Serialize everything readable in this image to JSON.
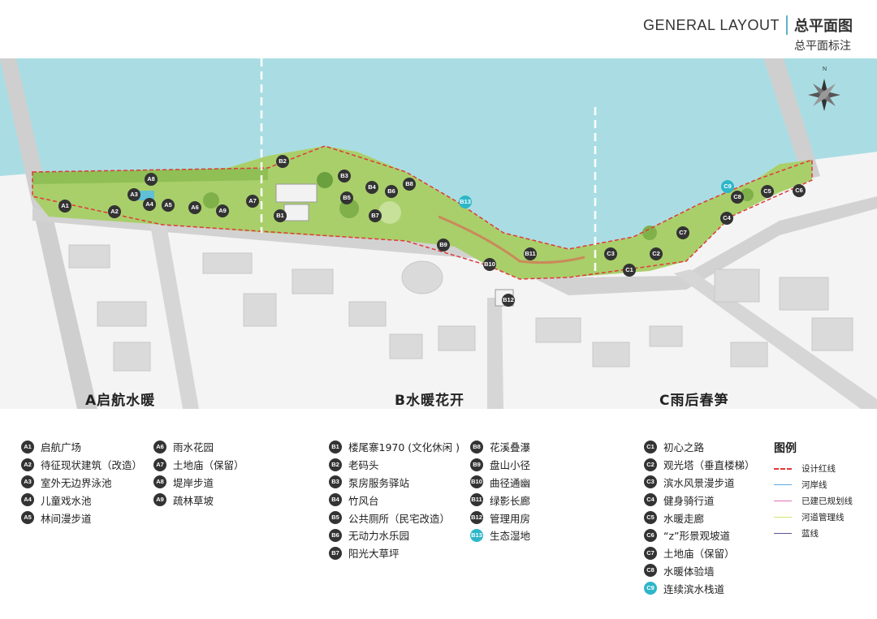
{
  "header": {
    "title_en": "GENERAL LAYOUT",
    "title_cn": "总平面图",
    "subtitle": "总平面标注"
  },
  "map": {
    "north": "N",
    "zones": [
      "A启航水暖",
      "B水暖花开",
      "C雨后春笋"
    ],
    "markers": [
      {
        "code": "A1",
        "color": "dark"
      },
      {
        "code": "A2",
        "color": "dark"
      },
      {
        "code": "A3",
        "color": "dark"
      },
      {
        "code": "A4",
        "color": "dark"
      },
      {
        "code": "A5",
        "color": "dark"
      },
      {
        "code": "A6",
        "color": "dark"
      },
      {
        "code": "A7",
        "color": "dark"
      },
      {
        "code": "A8",
        "color": "dark"
      },
      {
        "code": "A9",
        "color": "dark"
      },
      {
        "code": "B1",
        "color": "dark"
      },
      {
        "code": "B2",
        "color": "dark"
      },
      {
        "code": "B3",
        "color": "dark"
      },
      {
        "code": "B4",
        "color": "dark"
      },
      {
        "code": "B5",
        "color": "dark"
      },
      {
        "code": "B6",
        "color": "dark"
      },
      {
        "code": "B7",
        "color": "dark"
      },
      {
        "code": "B8",
        "color": "dark"
      },
      {
        "code": "B9",
        "color": "dark"
      },
      {
        "code": "B10",
        "color": "dark"
      },
      {
        "code": "B11",
        "color": "dark"
      },
      {
        "code": "B12",
        "color": "dark"
      },
      {
        "code": "B13",
        "color": "cyan"
      },
      {
        "code": "C1",
        "color": "dark"
      },
      {
        "code": "C2",
        "color": "dark"
      },
      {
        "code": "C3",
        "color": "dark"
      },
      {
        "code": "C4",
        "color": "dark"
      },
      {
        "code": "C5",
        "color": "dark"
      },
      {
        "code": "C6",
        "color": "dark"
      },
      {
        "code": "C7",
        "color": "dark"
      },
      {
        "code": "C8",
        "color": "dark"
      },
      {
        "code": "C9",
        "color": "cyan"
      }
    ]
  },
  "legend_a": [
    {
      "code": "A1",
      "label": "启航广场"
    },
    {
      "code": "A2",
      "label": "待征现状建筑（改造）"
    },
    {
      "code": "A3",
      "label": "室外无边界泳池"
    },
    {
      "code": "A4",
      "label": "儿童戏水池"
    },
    {
      "code": "A5",
      "label": "林间漫步道"
    }
  ],
  "legend_a2": [
    {
      "code": "A6",
      "label": "雨水花园"
    },
    {
      "code": "A7",
      "label": "土地庙（保留）"
    },
    {
      "code": "A8",
      "label": "堤岸步道"
    },
    {
      "code": "A9",
      "label": "疏林草坡"
    }
  ],
  "legend_b": [
    {
      "code": "B1",
      "label": "楼尾寨1970 (文化休闲 )"
    },
    {
      "code": "B2",
      "label": "老码头"
    },
    {
      "code": "B3",
      "label": "泵房服务驿站"
    },
    {
      "code": "B4",
      "label": "竹风台"
    },
    {
      "code": "B5",
      "label": "公共厕所（民宅改造）"
    },
    {
      "code": "B6",
      "label": "无动力水乐园"
    },
    {
      "code": "B7",
      "label": "阳光大草坪"
    }
  ],
  "legend_b2": [
    {
      "code": "B8",
      "label": "花溪叠瀑"
    },
    {
      "code": "B9",
      "label": "盘山小径"
    },
    {
      "code": "B10",
      "label": "曲径通幽"
    },
    {
      "code": "B11",
      "label": "绿影长廊"
    },
    {
      "code": "B12",
      "label": "管理用房"
    },
    {
      "code": "B13",
      "label": "生态湿地",
      "color": "cyan"
    }
  ],
  "legend_c": [
    {
      "code": "C1",
      "label": "初心之路"
    },
    {
      "code": "C2",
      "label": "观光塔（垂直楼梯）"
    },
    {
      "code": "C3",
      "label": "滨水风景漫步道"
    },
    {
      "code": "C4",
      "label": "健身骑行道"
    },
    {
      "code": "C5",
      "label": "水暖走廊"
    },
    {
      "code": "C6",
      "label": "“z”形景观坡道"
    },
    {
      "code": "C7",
      "label": "土地庙（保留）"
    },
    {
      "code": "C8",
      "label": "水暖体验墙"
    },
    {
      "code": "C9",
      "label": "连续滨水栈道",
      "color": "cyan"
    }
  ],
  "key": {
    "title": "图例",
    "items": [
      {
        "label": "设计红线",
        "color": "#e0393b",
        "style": "dashed"
      },
      {
        "label": "河岸线",
        "color": "#5aa9e6",
        "style": "solid"
      },
      {
        "label": "已建已规划线",
        "color": "#e36fb4",
        "style": "solid"
      },
      {
        "label": "河道管理线",
        "color": "#d8e26a",
        "style": "solid"
      },
      {
        "label": "蓝线",
        "color": "#555599",
        "style": "solid"
      }
    ]
  },
  "colors": {
    "water": "#a9dde3",
    "park": "#a9cf6a",
    "road": "#d4d4d4",
    "building": "#d8d8d8",
    "marker": "#333333",
    "accent": "#2eb6c9"
  }
}
